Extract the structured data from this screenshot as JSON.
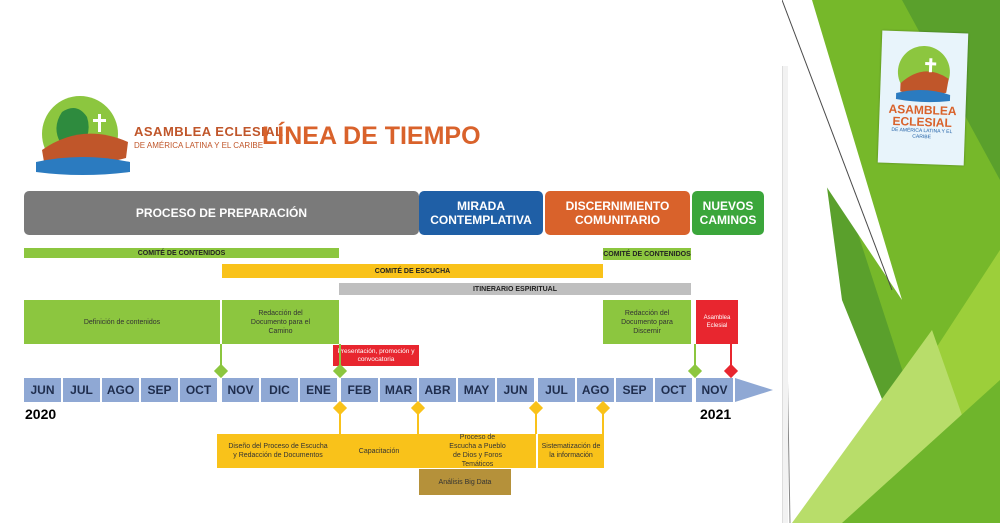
{
  "logo": {
    "line1": "ASAMBLEA ECLESIAL",
    "line2": "DE AMÉRICA LATINA Y EL CARIBE"
  },
  "title": "LÍNEA DE TIEMPO",
  "phases": [
    {
      "label": "PROCESO DE PREPARACIÓN",
      "color": "#7a7a7a"
    },
    {
      "label": "MIRADA CONTEMPLATIVA",
      "color": "#1f5fa6"
    },
    {
      "label": "DISCERNIMIENTO COMUNITARIO",
      "color": "#d9622b"
    },
    {
      "label": "NUEVOS CAMINOS",
      "color": "#3ba63b"
    }
  ],
  "bars": {
    "comite_contenidos_1": "COMITÉ DE CONTENIDOS",
    "comite_contenidos_2": "COMITÉ DE CONTENIDOS",
    "comite_escucha": "COMITÉ DE ESCUCHA",
    "itinerario": "ITINERARIO ESPIRITUAL"
  },
  "upper_boxes": {
    "definicion": "Definición de contenidos",
    "redaccion_camino": "Redacción del Documento para el Camino",
    "redaccion_discernir": "Redacción del Documento para Discernir",
    "asamblea": "Asamblea Eclesial",
    "presentacion": "Presentación, promoción y convocatoria"
  },
  "months": [
    "JUN",
    "JUL",
    "AGO",
    "SEP",
    "OCT",
    "NOV",
    "DIC",
    "ENE",
    "FEB",
    "MAR",
    "ABR",
    "MAY",
    "JUN",
    "JUL",
    "AGO",
    "SEP",
    "OCT",
    "NOV"
  ],
  "years": {
    "start": "2020",
    "end": "2021"
  },
  "lower_boxes": {
    "diseno": "Diseño del Proceso de Escucha y Redacción de Documentos",
    "capacitacion": "Capacitación",
    "proceso_escucha": "Proceso de Escucha a Pueblo de Dios y Foros Temáticos",
    "sistematizacion": "Sistematización de la información",
    "analisis": "Análisis Big Data"
  },
  "side_logo": {
    "line1": "ASAMBLEA",
    "line2": "ECLESIAL",
    "line3": "DE AMÉRICA LATINA Y EL CARIBE"
  },
  "colors": {
    "green": "#8cc63f",
    "yellow": "#f9c21a",
    "grey_bar": "#bfbfbf",
    "red": "#e8262f",
    "timeline": "#8fa8d4",
    "bigdata": "#b5913a"
  }
}
